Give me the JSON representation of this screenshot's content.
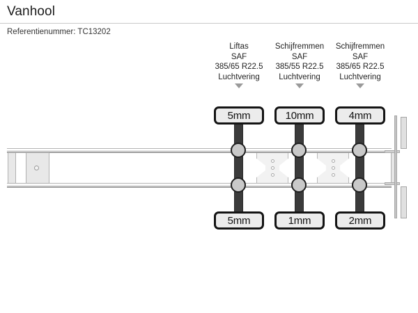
{
  "header": {
    "title": "Vanhool",
    "reference_label": "Referentienummer: TC13202"
  },
  "diagram": {
    "type": "trailer-axle-schematic",
    "vehicle": "Vanhool",
    "icons": {
      "caret": "caret-down-icon",
      "kingpin": "kingpin-icon"
    },
    "axles": [
      {
        "index": 1,
        "type": "Liftas",
        "brand": "SAF",
        "tyre_size": "385/65 R22.5",
        "suspension": "Luchtvering",
        "tread_top": "5mm",
        "tread_bottom": "5mm"
      },
      {
        "index": 2,
        "type": "Schijfremmen",
        "brand": "SAF",
        "tyre_size": "385/55 R22.5",
        "suspension": "Luchtvering",
        "tread_top": "10mm",
        "tread_bottom": "1mm"
      },
      {
        "index": 3,
        "type": "Schijfremmen",
        "brand": "SAF",
        "tyre_size": "385/65 R22.5",
        "suspension": "Luchtvering",
        "tread_top": "4mm",
        "tread_bottom": "2mm"
      }
    ]
  },
  "colors": {
    "background": "#ffffff",
    "text": "#222222",
    "divider": "#c9c9c9",
    "axle_dark": "#3b3b3b",
    "hub_fill": "#c9c9c9",
    "tread_box_fill": "#ececec",
    "tread_box_border": "#141414",
    "chassis_gray": "#e8e8e8",
    "caret": "#9a9a9a"
  }
}
